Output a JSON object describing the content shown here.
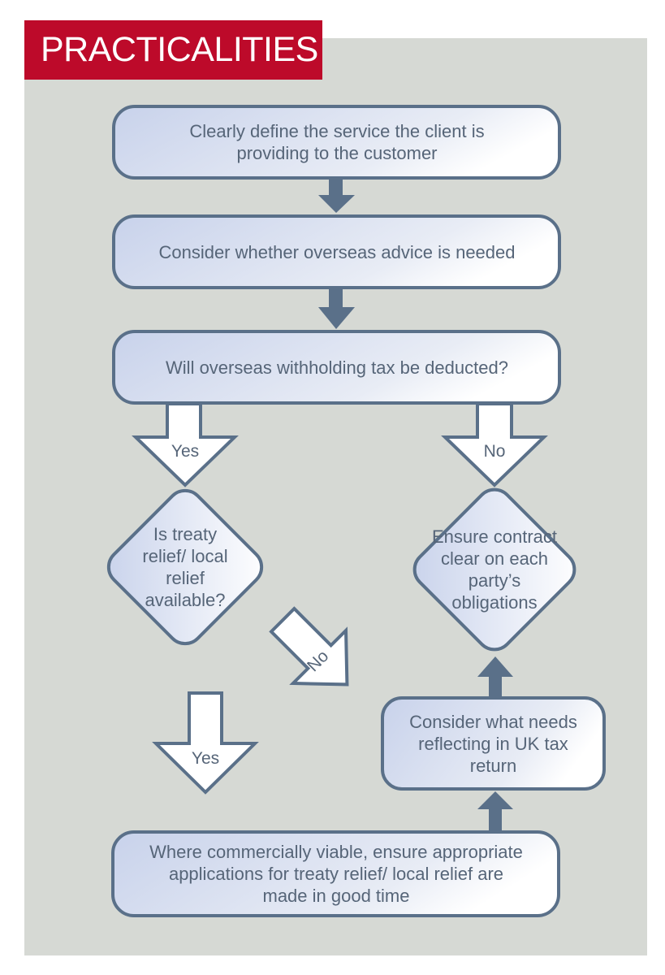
{
  "banner": {
    "title": "PRACTICALITIES",
    "color": "#bd0a2a"
  },
  "colors": {
    "panel": "#d6d9d4",
    "stroke": "#5a7089",
    "text": "#566578",
    "box_fill_start": "#c9d3ec",
    "box_fill_end": "#ffffff"
  },
  "steps": {
    "define_service": "Clearly define the service the client is providing to the customer",
    "overseas_advice": "Consider whether overseas advice is needed",
    "withholding_question": "Will overseas withholding tax be deducted?",
    "treaty_question": "Is treaty relief/ local relief available?",
    "ensure_contract": "Ensure contract clear on each party’s obligations",
    "uk_tax_return": "Consider what needs reflecting in UK tax return",
    "applications": "Where commercially viable, ensure appropriate applications for treaty relief/ local relief are made in good time"
  },
  "labels": {
    "withholding_yes": "Yes",
    "withholding_no": "No",
    "treaty_no": "No",
    "treaty_yes": "Yes"
  }
}
